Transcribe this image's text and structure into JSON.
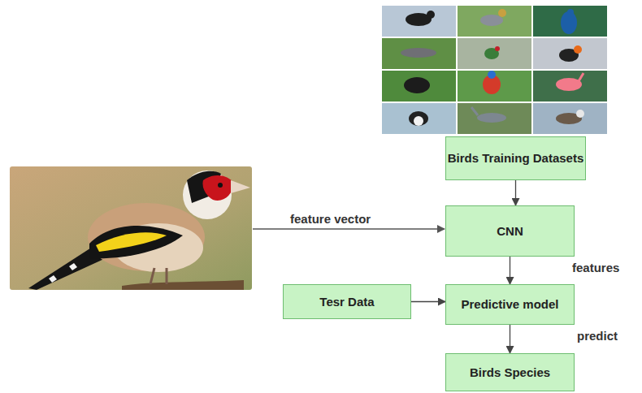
{
  "diagram": {
    "nodes": [
      {
        "text": [
          "Birds Training Datasets"
        ]
      },
      {
        "text": [
          "CNN"
        ]
      },
      {
        "text": [
          "Tesr Data"
        ]
      },
      {
        "text": [
          "Predictive model"
        ]
      },
      {
        "text": [
          "Birds Species"
        ]
      }
    ],
    "edges": [
      {
        "from": 0,
        "to": 1,
        "arrow": "to"
      },
      {
        "from": 1,
        "to": 3,
        "label": "features",
        "arrow": "to"
      },
      {
        "from": 2,
        "to": 3,
        "arrow": "to"
      },
      {
        "from": 3,
        "to": 4,
        "label": "predict",
        "arrow": "to"
      }
    ],
    "labels": [
      "feature vector"
    ]
  }
}
